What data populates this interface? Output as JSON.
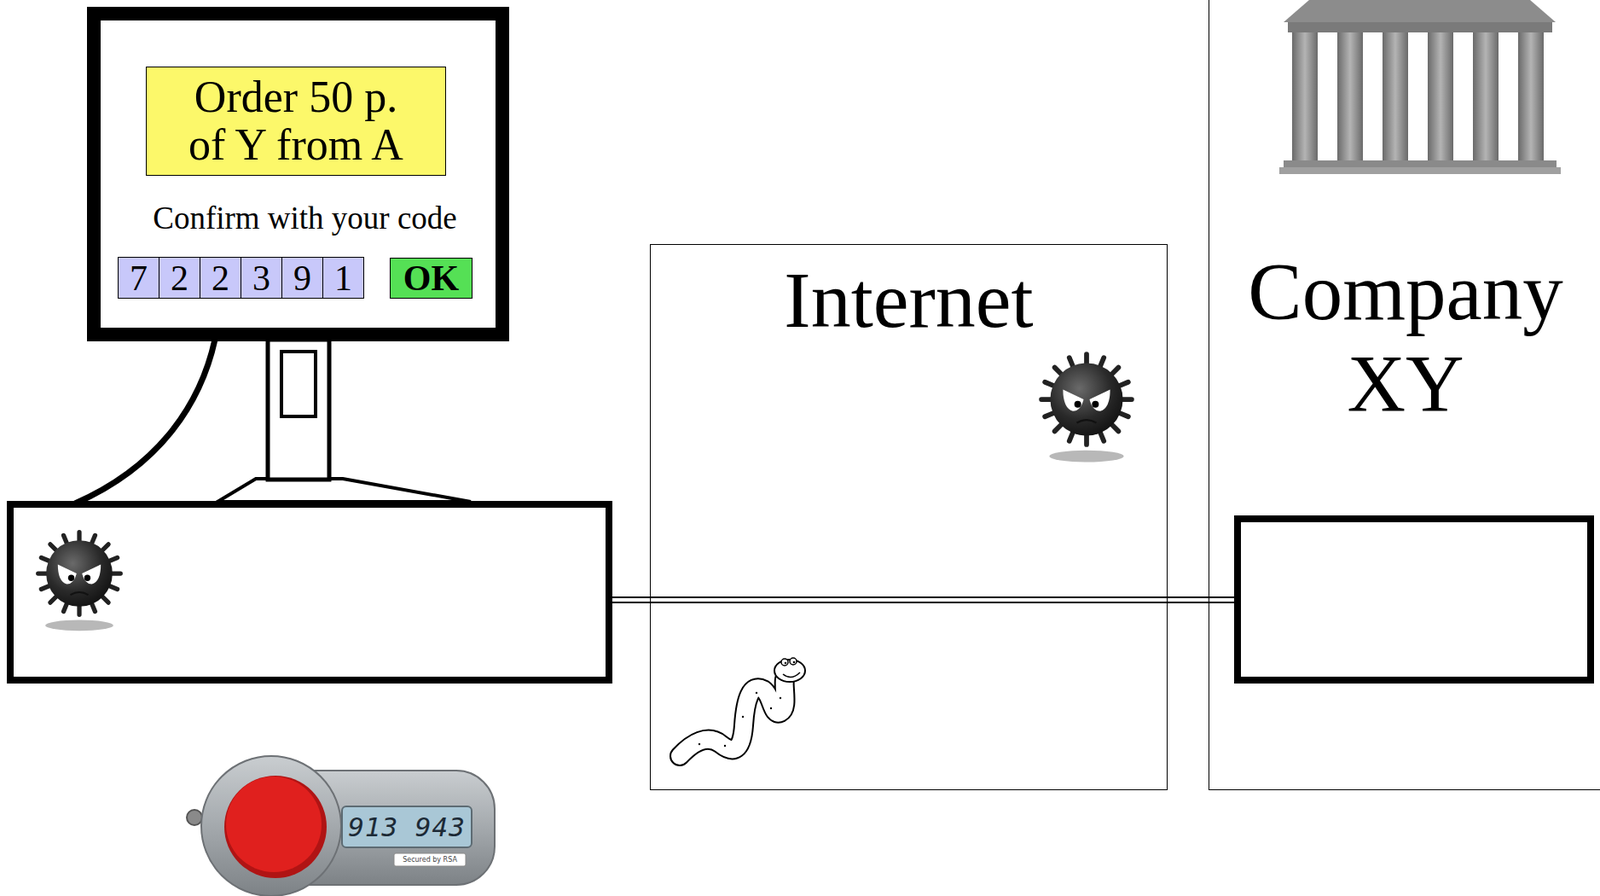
{
  "diagram": {
    "nodes": [
      {
        "text": [
          "Confirm with your code"
        ]
      },
      {
        "text": [
          "Order 50 p. of Y from A"
        ],
        "in": 0
      },
      {
        "text": [
          "7"
        ],
        "in": 0
      },
      {
        "text": [
          "2"
        ],
        "in": 0
      },
      {
        "text": [
          "2"
        ],
        "in": 0
      },
      {
        "text": [
          "3"
        ],
        "in": 0
      },
      {
        "text": [
          "9"
        ],
        "in": 0
      },
      {
        "text": [
          "1"
        ],
        "in": 0
      },
      {
        "text": [
          "OK"
        ],
        "in": 0
      },
      {
        "text": [
          "Internet"
        ]
      },
      {
        "text": [
          "Company XY"
        ]
      }
    ],
    "labels": [
      "913 943",
      "Secured by RSA"
    ]
  }
}
